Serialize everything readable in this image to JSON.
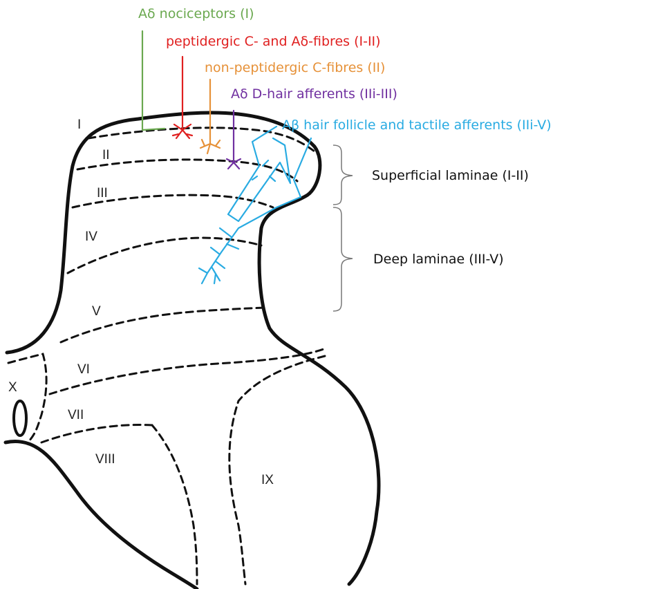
{
  "colors": {
    "ad_nociceptors": "#6aa84f",
    "peptidergic": "#e02020",
    "non_peptidergic": "#e69138",
    "d_hair": "#7030a0",
    "ab_hair": "#29abe2",
    "outline": "#111111"
  },
  "afferents": {
    "ad_nociceptors": "Aδ nociceptors (I)",
    "peptidergic": "peptidergic C- and Aδ-fibres (I-II)",
    "non_peptidergic": "non-peptidergic C-fibres (II)",
    "d_hair": "Aδ D-hair afferents (IIi-III)",
    "ab_hair": "Aβ hair follicle and tactile afferents (IIi-V)"
  },
  "brackets": {
    "superficial": "Superficial laminae (I-II)",
    "deep": "Deep laminae (III-V)"
  },
  "laminae": {
    "I": "I",
    "II": "II",
    "III": "III",
    "IV": "IV",
    "V": "V",
    "VI": "VI",
    "VII": "VII",
    "VIII": "VIII",
    "IX": "IX",
    "X": "X"
  }
}
